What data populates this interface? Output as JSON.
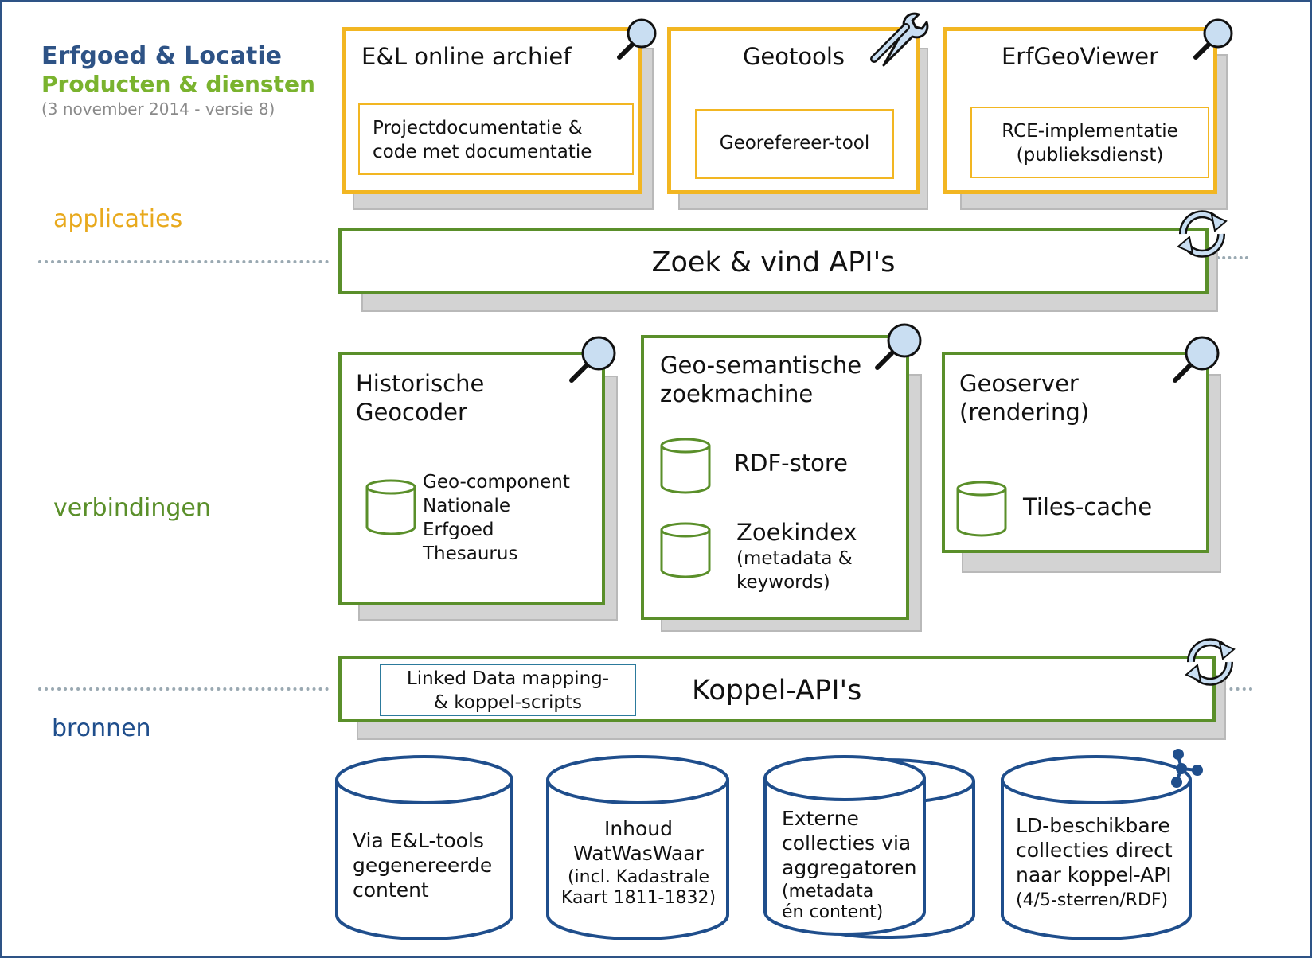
{
  "header": {
    "title": "Erfgoed & Locatie",
    "subtitle": "Producten & diensten",
    "date": "(3 november 2014 - versie 8)"
  },
  "layers": {
    "applications": "applicaties",
    "connections": "verbindingen",
    "sources": "bronnen"
  },
  "applications": {
    "archive": {
      "title": "E&L online archief",
      "sub_line1": "Projectdocumentatie &",
      "sub_line2": "code met documentatie",
      "icon": "magnifier-icon"
    },
    "geotools": {
      "title": "Geotools",
      "sub": "Georefereer-tool",
      "icon": "wrench-icon"
    },
    "viewer": {
      "title": "ErfGeoViewer",
      "sub_line1": "RCE-implementatie",
      "sub_line2": "(publieksdienst)",
      "icon": "magnifier-icon"
    }
  },
  "search_api": {
    "label": "Zoek & vind API's",
    "icon": "refresh-icon"
  },
  "connections": {
    "geocoder": {
      "title_line1": "Historische",
      "title_line2": "Geocoder",
      "db_line1": "Geo-component",
      "db_line2": "Nationale",
      "db_line3": "Erfgoed",
      "db_line4": "Thesaurus"
    },
    "semantic": {
      "title_line1": "Geo-semantische",
      "title_line2": "zoekmachine",
      "db1": "RDF-store",
      "db2_line1": "Zoekindex",
      "db2_line2": "(metadata &",
      "db2_line3": "keywords)"
    },
    "geoserver": {
      "title_line1": "Geoserver",
      "title_line2": "(rendering)",
      "db": "Tiles-cache"
    }
  },
  "koppel_api": {
    "label": "Koppel-API's",
    "mapping_line1": "Linked Data mapping-",
    "mapping_line2": "& koppel-scripts",
    "icon": "refresh-icon"
  },
  "sources": {
    "el_tools": {
      "line1": "Via E&L-tools",
      "line2": "gegenereerde",
      "line3": "content"
    },
    "watwaswaar": {
      "line1": "Inhoud",
      "line2": "WatWasWaar",
      "line3": "(incl. Kadastrale",
      "line4": "Kaart 1811-1832)"
    },
    "external": {
      "line1": "Externe",
      "line2": "collecties via",
      "line3": "aggregatoren",
      "line4": "(metadata",
      "line5": "én content)"
    },
    "ld": {
      "line1": "LD-beschikbare",
      "line2": "collecties direct",
      "line3": "naar koppel-API",
      "line4": "(4/5-sterren/RDF)",
      "icon": "linked-data-icon"
    }
  },
  "colors": {
    "navy": "#2e5386",
    "green": "#7ab32e",
    "yellow": "#f2b622",
    "darkgreen": "#5a8f2a",
    "blue": "#1f4e8c"
  }
}
